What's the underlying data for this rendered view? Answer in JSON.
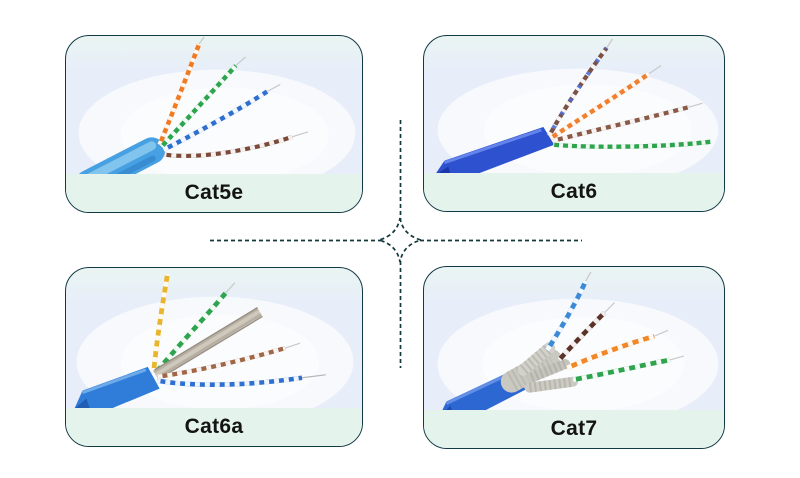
{
  "colors": {
    "page_background": "#ffffff",
    "card_background": "#e7eef9",
    "card_border": "#123a44",
    "label_strip": "#e4f3ec",
    "label_text": "#141414",
    "dashed_divider": "#14383b",
    "jacket_blue_light": "#47a0e2",
    "jacket_blue_royal": "#2e52cf",
    "pair_orange": "#f07b24",
    "pair_green": "#2ea44e",
    "pair_blue": "#2e6fd0",
    "pair_brown": "#7a4a3a",
    "pair_yellow": "#e9b52c",
    "spline_gray": "#b7afa2",
    "foil_silver": "#c9c9c2"
  },
  "cards": [
    {
      "id": "cat5e",
      "label": "Cat5e"
    },
    {
      "id": "cat6",
      "label": "Cat6"
    },
    {
      "id": "cat6a",
      "label": "Cat6a"
    },
    {
      "id": "cat7",
      "label": "Cat7"
    }
  ]
}
